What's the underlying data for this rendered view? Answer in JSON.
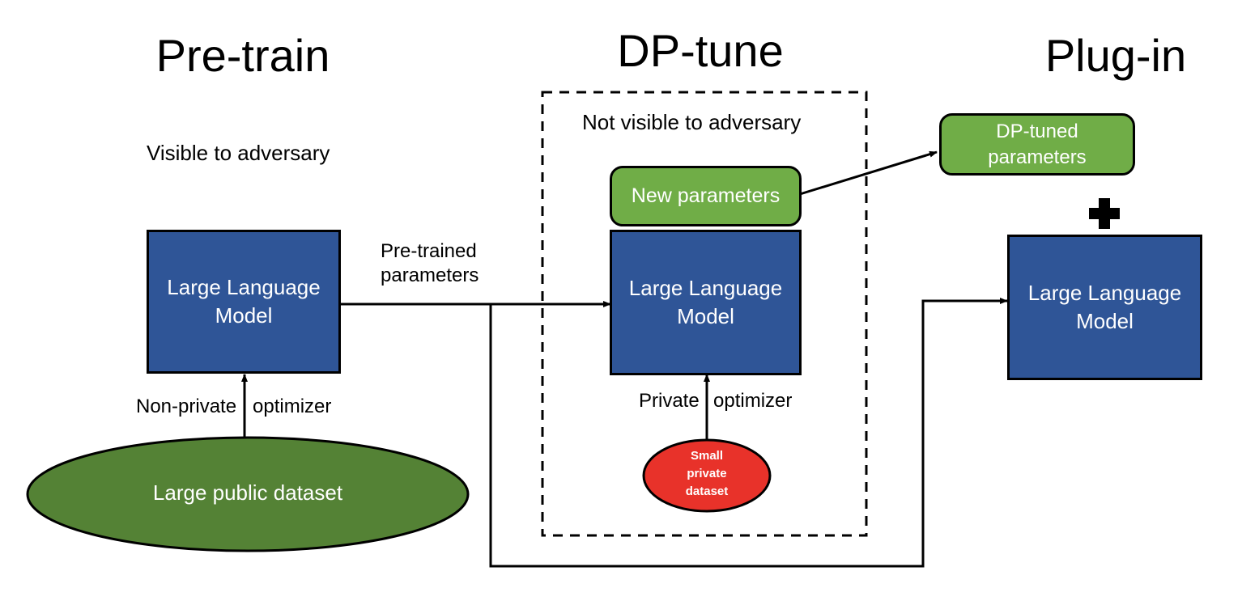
{
  "stages": {
    "pretrain": "Pre-train",
    "dptune": "DP-tune",
    "plugin": "Plug-in"
  },
  "notes": {
    "visible": "Visible to adversary",
    "not_visible": "Not visible to adversary"
  },
  "pretrain": {
    "model_line1": "Large Language",
    "model_line2": "Model",
    "optimizer_part1": "Non-private",
    "optimizer_part2": "optimizer",
    "dataset": "Large public dataset"
  },
  "transfer": {
    "label_line1": "Pre-trained",
    "label_line2": "parameters"
  },
  "dptune": {
    "new_params": "New parameters",
    "model_line1": "Large Language",
    "model_line2": "Model",
    "optimizer_part1": "Private",
    "optimizer_part2": "optimizer",
    "dataset_line1": "Small",
    "dataset_line2": "private",
    "dataset_line3": "dataset"
  },
  "plugin": {
    "tuned_line1": "DP-tuned",
    "tuned_line2": "parameters",
    "model_line1": "Large Language",
    "model_line2": "Model"
  },
  "colors": {
    "llm_blue": "#2f5597",
    "param_green": "#70ad47",
    "public_dataset_green": "#548235",
    "private_dataset_red": "#e8322a"
  }
}
